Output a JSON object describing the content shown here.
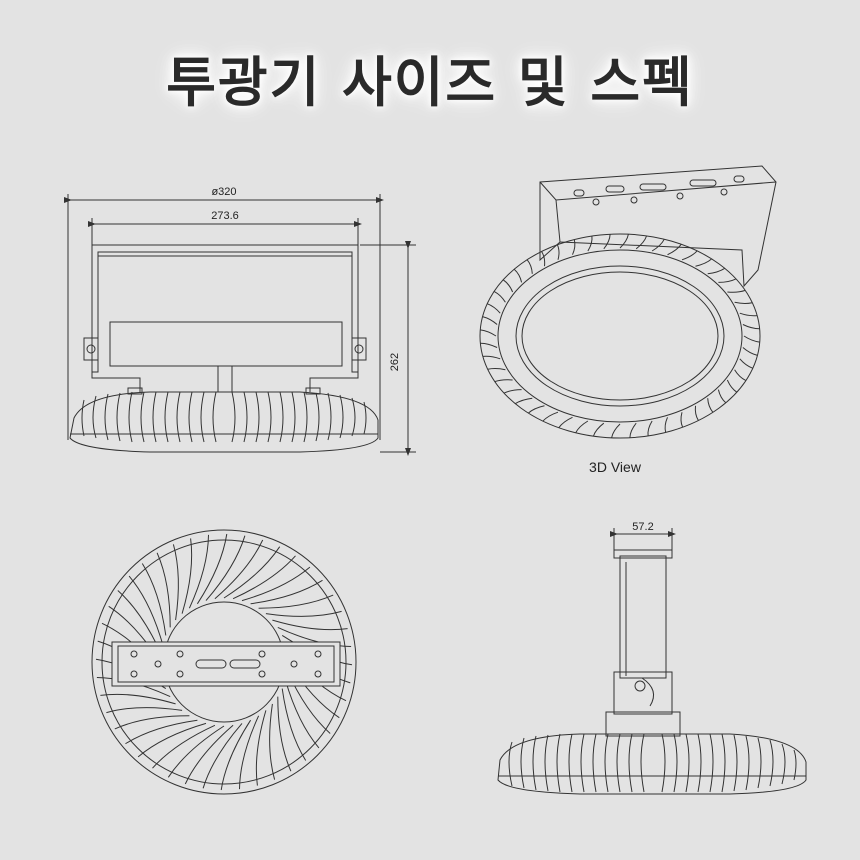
{
  "title": "투광기 사이즈 및 스펙",
  "views": {
    "front": {
      "dim_diameter": "ø320",
      "dim_bracket_width": "273.6",
      "dim_height": "262"
    },
    "iso": {
      "caption": "3D View"
    },
    "side": {
      "dim_bracket_depth": "57.2"
    }
  },
  "colors": {
    "background": "#e3e3e3",
    "line": "#333333"
  }
}
